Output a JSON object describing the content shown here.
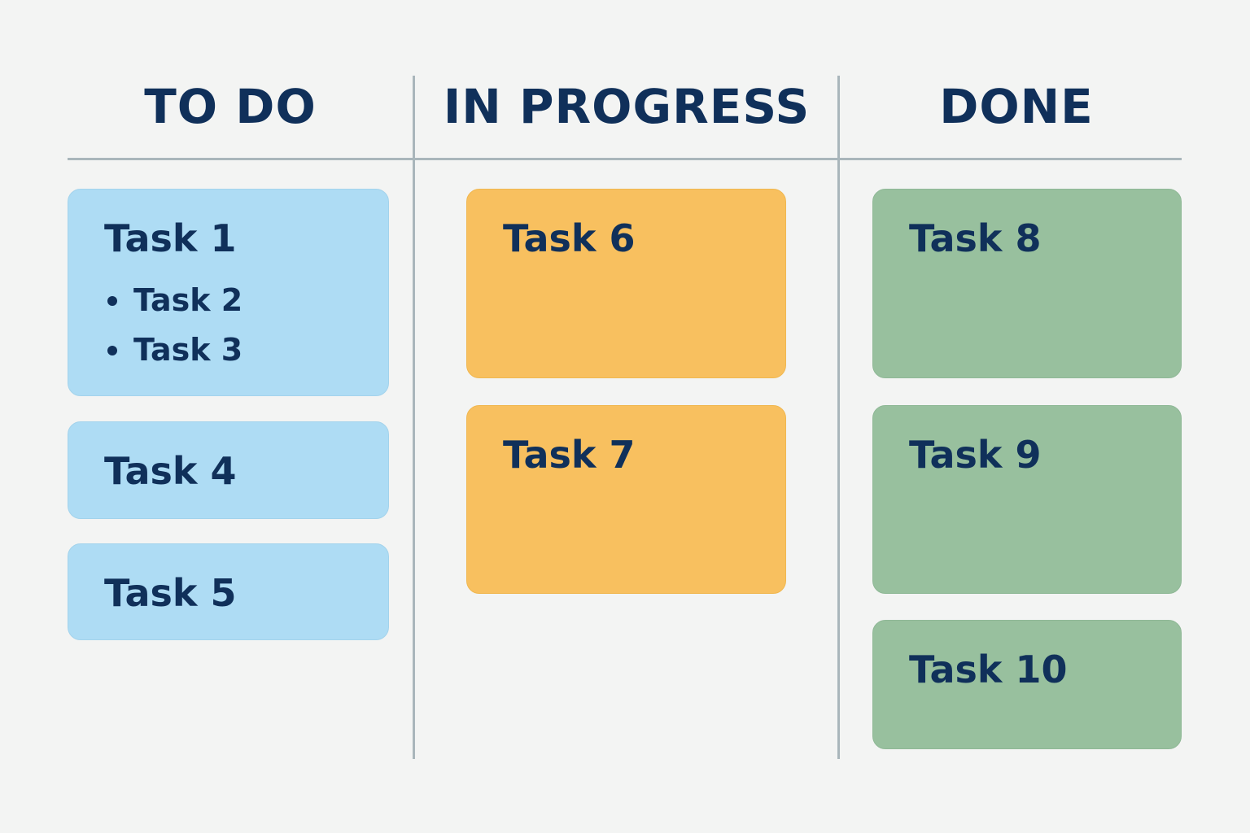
{
  "board": {
    "columns": [
      {
        "title": "TO DO",
        "color": "#aedcf4",
        "cards": [
          {
            "title": "Task 1",
            "subtasks": [
              "Task 2",
              "Task 3"
            ]
          },
          {
            "title": "Task 4"
          },
          {
            "title": "Task 5"
          }
        ]
      },
      {
        "title": "IN PROGRESS",
        "color": "#f8c05f",
        "cards": [
          {
            "title": "Task 6"
          },
          {
            "title": "Task 7"
          }
        ]
      },
      {
        "title": "DONE",
        "color": "#98c09e",
        "cards": [
          {
            "title": "Task 8"
          },
          {
            "title": "Task 9"
          },
          {
            "title": "Task 10"
          }
        ]
      }
    ]
  },
  "colors": {
    "background": "#f3f4f3",
    "divider": "#a9b6bb",
    "text": "#10305a"
  }
}
